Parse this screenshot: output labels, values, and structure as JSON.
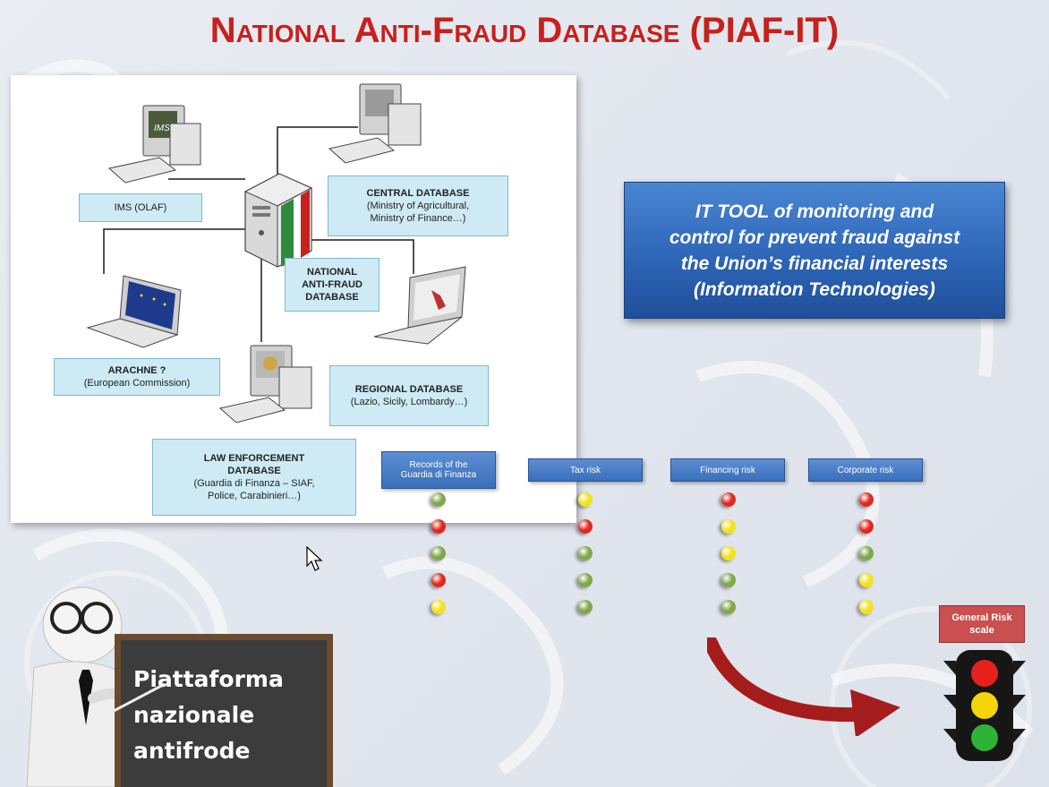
{
  "title": "National Anti-Fraud Database (PIAF-IT)",
  "diagram": {
    "ims": {
      "line1": "IMS (OLAF)"
    },
    "central": {
      "line1": "CENTRAL DATABASE",
      "line2": "(Ministry of Agricultural,",
      "line3": "Ministry of Finance…)"
    },
    "national": {
      "line1": "NATIONAL",
      "line2": "ANTI-FRAUD",
      "line3": "DATABASE"
    },
    "arachne": {
      "line1": "ARACHNE ?",
      "line2": "(European Commission)"
    },
    "regional": {
      "line1": "REGIONAL DATABASE",
      "line2": "(Lazio, Sicily, Lombardy…)"
    },
    "law": {
      "line1": "LAW ENFORCEMENT",
      "line2": "DATABASE",
      "line3": "(Guardia di Finanza – SIAF,",
      "line4": "Police, Carabinieri…)"
    },
    "monitor_label": "IMS"
  },
  "it_tool": {
    "line1": "IT TOOL of monitoring and",
    "line2": "control for prevent fraud against",
    "line3": "the Union’s financial interests",
    "line4": "(Information Technologies)"
  },
  "risk_columns": [
    {
      "label_line1": "Records of the",
      "label_line2": "Guardia di Finanza",
      "dots": [
        "green",
        "red",
        "green",
        "red",
        "yellow"
      ]
    },
    {
      "label_line1": "Tax risk",
      "label_line2": "",
      "dots": [
        "yellow",
        "red",
        "green",
        "green",
        "green"
      ]
    },
    {
      "label_line1": "Financing risk",
      "label_line2": "",
      "dots": [
        "red",
        "yellow",
        "yellow",
        "green",
        "green"
      ]
    },
    {
      "label_line1": "Corporate risk",
      "label_line2": "",
      "dots": [
        "red",
        "red",
        "green",
        "yellow",
        "yellow"
      ]
    }
  ],
  "general_risk": {
    "line1": "General Risk",
    "line2": "scale"
  },
  "chalkboard": {
    "line1": "Piattaforma",
    "line2": "nazionale",
    "line3": "antifrode"
  },
  "colors": {
    "title": "#c8201c",
    "red": "#e0281e",
    "yellow": "#f2e21a",
    "green": "#7fa84a",
    "traffic_red": "#e8201b",
    "traffic_yellow": "#f5d40a",
    "traffic_green": "#2fb336"
  },
  "icons": [
    "server-icon",
    "desktop-computer-icon",
    "laptop-icon",
    "mouse-cursor-icon",
    "traffic-light-icon",
    "curved-arrow-icon",
    "teacher-figure-icon"
  ]
}
